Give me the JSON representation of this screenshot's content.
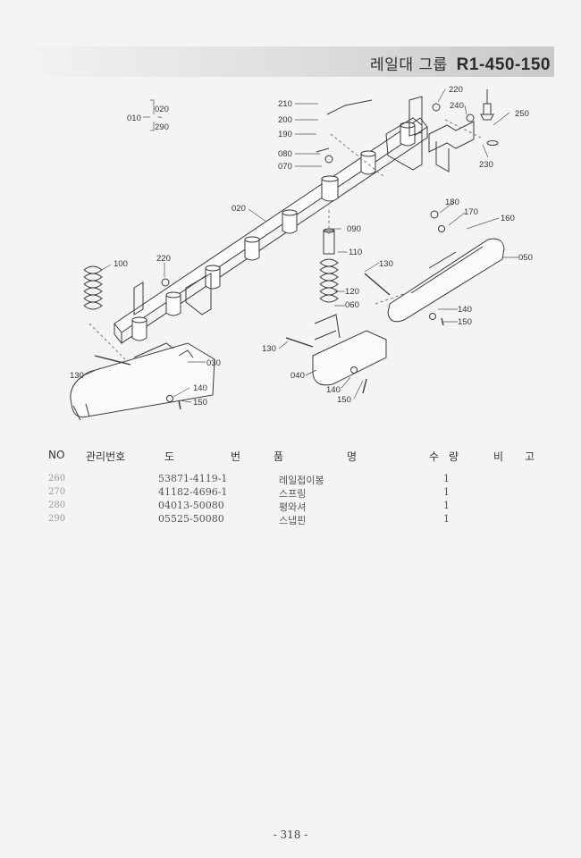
{
  "header": {
    "group_name": "레일대 그룹",
    "part_code": "R1-450-150"
  },
  "callouts": {
    "c010": "010",
    "c020a": "020",
    "tilde": "~",
    "c290a": "290",
    "c210": "210",
    "c200": "200",
    "c190": "190",
    "c080": "080",
    "c070": "070",
    "c220a": "220",
    "c240": "240",
    "c250": "250",
    "c230": "230",
    "c020b": "020",
    "c090": "090",
    "c180": "180",
    "c170": "170",
    "c160": "160",
    "c050": "050",
    "c110": "110",
    "c130a": "130",
    "c120": "120",
    "c060": "060",
    "c140a": "140",
    "c150a": "150",
    "c100": "100",
    "c220b": "220",
    "c130b": "130",
    "c040": "040",
    "c140b": "140",
    "c150b": "150",
    "c130c": "130",
    "c030": "030",
    "c140c": "140",
    "c150c": "150"
  },
  "table": {
    "headers": {
      "no": "NO",
      "mgmt": "관리번호",
      "do": "도",
      "beon": "번",
      "pum": "품",
      "myeong": "명",
      "su": "수",
      "ryang": "량",
      "bi": "비",
      "go": "고"
    },
    "rows": [
      {
        "no": "260",
        "part_no": "53871-4119-1",
        "name": "레일접이봉",
        "qty": "1"
      },
      {
        "no": "270",
        "part_no": "41182-4696-1",
        "name": "스프링",
        "qty": "1"
      },
      {
        "no": "280",
        "part_no": "04013-50080",
        "name": "평와셔",
        "qty": "1"
      },
      {
        "no": "290",
        "part_no": "05525-50080",
        "name": "스냅핀",
        "qty": "1"
      }
    ]
  },
  "page_number": "- 318 -"
}
